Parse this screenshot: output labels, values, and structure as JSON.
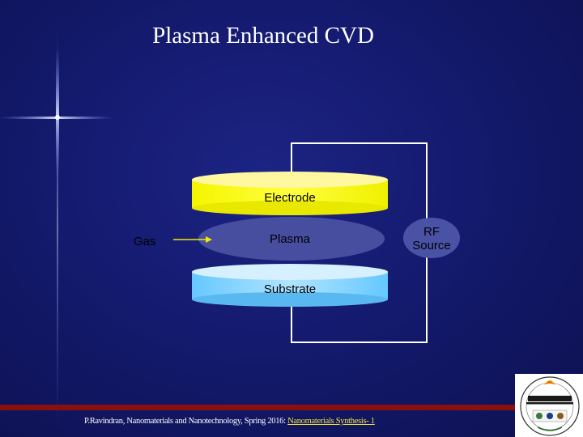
{
  "slide": {
    "title": "Plasma Enhanced CVD"
  },
  "diagram": {
    "electrode_label": "Electrode",
    "plasma_label": "Plasma",
    "substrate_label": "Substrate",
    "gas_label": "Gas",
    "rf_label_line1": "RF",
    "rf_label_line2": "Source"
  },
  "footer": {
    "citation": "P.Ravindran, Nanomaterials and Nanotechnology, Spring 2016: ",
    "link_text": "Nanomaterials Synthesis- 1"
  },
  "colors": {
    "background": "#141a6e",
    "electrode": "#ffff00",
    "plasma": "#474ea0",
    "substrate": "#66ccff",
    "footer_bar": "#8a0f0f",
    "link": "#f2e43a"
  }
}
